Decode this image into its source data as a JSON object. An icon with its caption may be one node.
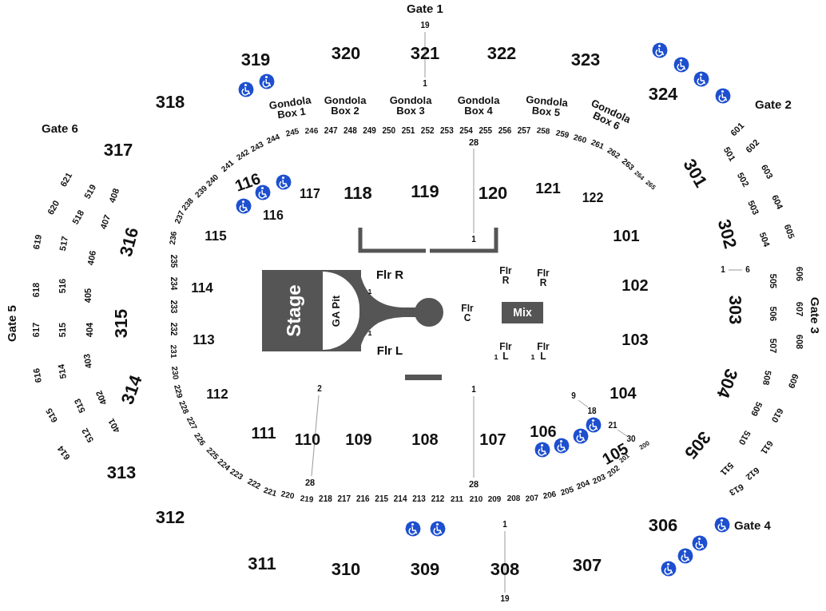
{
  "diagram": {
    "nodes": [
      {
        "text": [
          "Stage"
        ]
      },
      {
        "text": [
          "GA Pit"
        ],
        "in": 0
      },
      {
        "text": [
          "Mix"
        ]
      }
    ],
    "labels": [
      "Gate 1",
      "19",
      "319",
      "320",
      "321",
      "322",
      "323",
      "1",
      "318",
      "324",
      "Gate 2",
      "Gondola Box 1",
      "Gondola Box 2",
      "Gondola Box 3",
      "Gondola Box 4",
      "Gondola Box 5",
      "Gondola Box 6",
      "Gate 6",
      "28",
      "317",
      "116",
      "117",
      "118",
      "119",
      "120",
      "121",
      "122",
      "116",
      "115",
      "1",
      "101",
      "316",
      "Flr R",
      "Flr R",
      "Flr R",
      "114",
      "1",
      "102",
      "Flr C",
      "315",
      "Gate 5",
      "1",
      "113",
      "Flr L",
      "Flr L",
      "1",
      "Flr L",
      "1",
      "103",
      "314",
      "2",
      "1",
      "112",
      "104",
      "9",
      "18",
      "21",
      "30",
      "111",
      "110",
      "109",
      "108",
      "107",
      "106",
      "105",
      "313",
      "28",
      "28",
      "312",
      "1",
      "306",
      "Gate 4",
      "311",
      "310",
      "309",
      "308",
      "307",
      "19",
      "301",
      "302",
      "303",
      "304",
      "305",
      "Gate 3",
      "1",
      "6",
      "601",
      "501",
      "602",
      "603",
      "502",
      "604",
      "503",
      "605",
      "504",
      "606",
      "505",
      "607",
      "506",
      "608",
      "507",
      "609",
      "508",
      "610",
      "509",
      "611",
      "510",
      "612",
      "511",
      "613",
      "621",
      "620",
      "519",
      "518",
      "408",
      "407",
      "619",
      "517",
      "406",
      "618",
      "516",
      "405",
      "617",
      "515",
      "404",
      "616",
      "514",
      "403",
      "615",
      "513",
      "402",
      "614",
      "512",
      "401",
      "200",
      "201",
      "202",
      "203",
      "204",
      "205",
      "206",
      "207",
      "208",
      "209",
      "210",
      "211",
      "212",
      "213",
      "214",
      "215",
      "216",
      "217",
      "218",
      "219",
      "220",
      "221",
      "222",
      "223",
      "224",
      "225",
      "226",
      "227",
      "228",
      "229",
      "230",
      "231",
      "232",
      "233",
      "234",
      "235",
      "236",
      "237",
      "238",
      "239",
      "240",
      "241",
      "242",
      "243",
      "244",
      "245",
      "246",
      "247",
      "248",
      "249",
      "250",
      "251",
      "252",
      "253",
      "254",
      "255",
      "256",
      "257",
      "258",
      "259",
      "260",
      "261",
      "262",
      "263",
      "264",
      "265"
    ]
  }
}
